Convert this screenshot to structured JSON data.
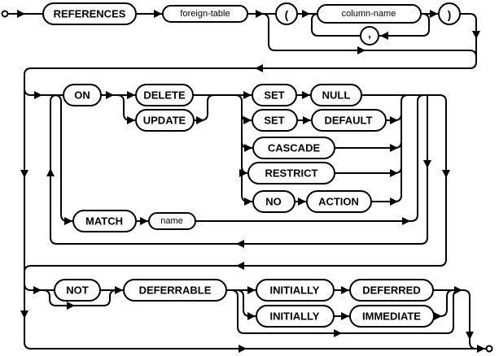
{
  "diagram": {
    "kind": "railroad-syntax-diagram",
    "colors": {
      "background": "#ffffff",
      "line": "#000000",
      "node_fill": "#ffffff",
      "text": "#000000"
    },
    "terminals": {
      "start": "start-terminal-circle",
      "end": "end-terminal-circle"
    }
  },
  "nodes": {
    "references": {
      "label": "REFERENCES",
      "kind": "keyword"
    },
    "foreign_table": {
      "label": "foreign-table",
      "kind": "nonterminal"
    },
    "lparen": {
      "label": "(",
      "kind": "punctuation"
    },
    "column_name": {
      "label": "column-name",
      "kind": "nonterminal"
    },
    "comma": {
      "label": ",",
      "kind": "punctuation"
    },
    "rparen": {
      "label": ")",
      "kind": "punctuation"
    },
    "on": {
      "label": "ON",
      "kind": "keyword"
    },
    "delete": {
      "label": "DELETE",
      "kind": "keyword"
    },
    "update": {
      "label": "UPDATE",
      "kind": "keyword"
    },
    "set_1": {
      "label": "SET",
      "kind": "keyword"
    },
    "null": {
      "label": "NULL",
      "kind": "keyword"
    },
    "set_2": {
      "label": "SET",
      "kind": "keyword"
    },
    "default": {
      "label": "DEFAULT",
      "kind": "keyword"
    },
    "cascade": {
      "label": "CASCADE",
      "kind": "keyword"
    },
    "restrict": {
      "label": "RESTRICT",
      "kind": "keyword"
    },
    "no": {
      "label": "NO",
      "kind": "keyword"
    },
    "action": {
      "label": "ACTION",
      "kind": "keyword"
    },
    "match": {
      "label": "MATCH",
      "kind": "keyword"
    },
    "name": {
      "label": "name",
      "kind": "nonterminal"
    },
    "not": {
      "label": "NOT",
      "kind": "keyword"
    },
    "deferrable": {
      "label": "DEFERRABLE",
      "kind": "keyword"
    },
    "initially_1": {
      "label": "INITIALLY",
      "kind": "keyword"
    },
    "deferred": {
      "label": "DEFERRED",
      "kind": "keyword"
    },
    "initially_2": {
      "label": "INITIALLY",
      "kind": "keyword"
    },
    "immediate": {
      "label": "IMMEDIATE",
      "kind": "keyword"
    }
  }
}
